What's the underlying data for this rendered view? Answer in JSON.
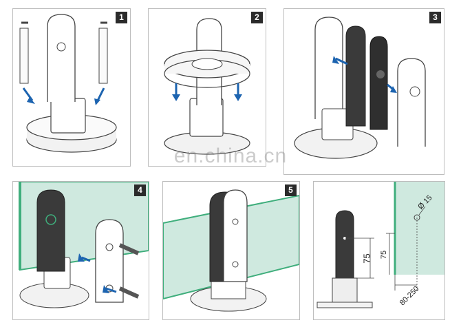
{
  "panels": [
    {
      "step": "1"
    },
    {
      "step": "2"
    },
    {
      "step": "3"
    },
    {
      "step": "4"
    },
    {
      "step": "5"
    },
    {
      "step": ""
    }
  ],
  "watermark": "en.china.cn",
  "dimensions": {
    "hole_diameter": "Ø 15",
    "plate_height": "75",
    "glass_height": "75",
    "glass_range": "80-250"
  },
  "colors": {
    "glass": "#cfe9df",
    "glass_edge": "#3fae7c",
    "arrow": "#1d64b0",
    "gasket": "#2f2f2f"
  }
}
